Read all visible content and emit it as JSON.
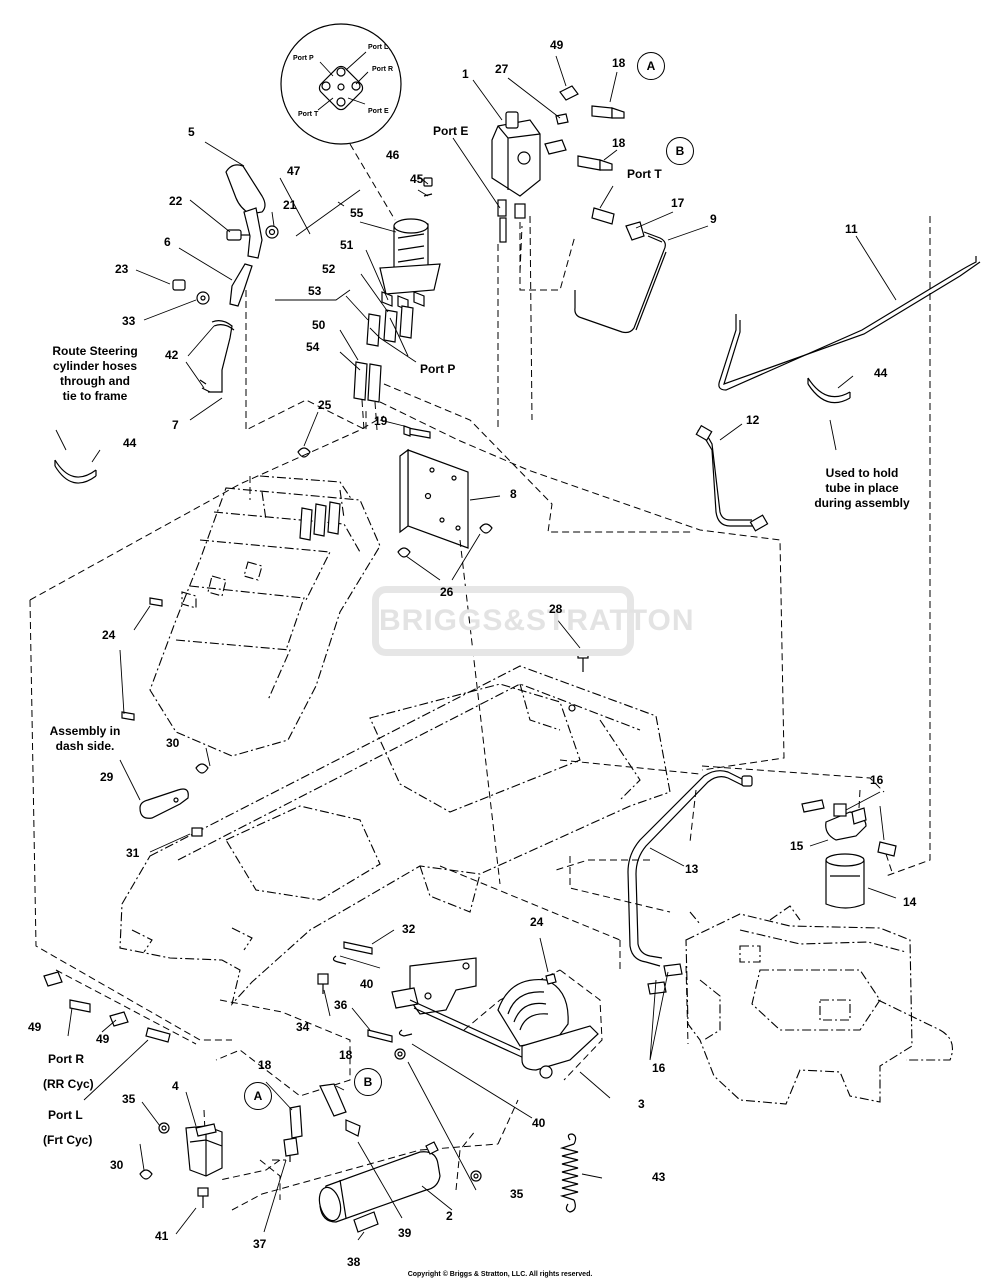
{
  "watermark": "BRIGGS&STRATTON",
  "copyright": "Copyright © Briggs & Stratton, LLC. All rights reserved.",
  "callouts": [
    {
      "id": "c1",
      "text": "1"
    },
    {
      "id": "c2",
      "text": "2"
    },
    {
      "id": "c3",
      "text": "3"
    },
    {
      "id": "c4",
      "text": "4"
    },
    {
      "id": "c5",
      "text": "5"
    },
    {
      "id": "c6",
      "text": "6"
    },
    {
      "id": "c7",
      "text": "7"
    },
    {
      "id": "c8",
      "text": "8"
    },
    {
      "id": "c9",
      "text": "9"
    },
    {
      "id": "c11",
      "text": "11"
    },
    {
      "id": "c12",
      "text": "12"
    },
    {
      "id": "c13",
      "text": "13"
    },
    {
      "id": "c14",
      "text": "14"
    },
    {
      "id": "c15",
      "text": "15"
    },
    {
      "id": "c16a",
      "text": "16"
    },
    {
      "id": "c16b",
      "text": "16"
    },
    {
      "id": "c17",
      "text": "17"
    },
    {
      "id": "c18a",
      "text": "18"
    },
    {
      "id": "c18b",
      "text": "18"
    },
    {
      "id": "c18c",
      "text": "18"
    },
    {
      "id": "c18d",
      "text": "18"
    },
    {
      "id": "c19",
      "text": "19"
    },
    {
      "id": "c21",
      "text": "21"
    },
    {
      "id": "c22",
      "text": "22"
    },
    {
      "id": "c23",
      "text": "23"
    },
    {
      "id": "c24a",
      "text": "24"
    },
    {
      "id": "c24b",
      "text": "24"
    },
    {
      "id": "c25",
      "text": "25"
    },
    {
      "id": "c26",
      "text": "26"
    },
    {
      "id": "c27",
      "text": "27"
    },
    {
      "id": "c28",
      "text": "28"
    },
    {
      "id": "c29",
      "text": "29"
    },
    {
      "id": "c30a",
      "text": "30"
    },
    {
      "id": "c30b",
      "text": "30"
    },
    {
      "id": "c31",
      "text": "31"
    },
    {
      "id": "c32",
      "text": "32"
    },
    {
      "id": "c33",
      "text": "33"
    },
    {
      "id": "c34",
      "text": "34"
    },
    {
      "id": "c35a",
      "text": "35"
    },
    {
      "id": "c35b",
      "text": "35"
    },
    {
      "id": "c36",
      "text": "36"
    },
    {
      "id": "c37",
      "text": "37"
    },
    {
      "id": "c38",
      "text": "38"
    },
    {
      "id": "c39",
      "text": "39"
    },
    {
      "id": "c40a",
      "text": "40"
    },
    {
      "id": "c40b",
      "text": "40"
    },
    {
      "id": "c41",
      "text": "41"
    },
    {
      "id": "c42",
      "text": "42"
    },
    {
      "id": "c43",
      "text": "43"
    },
    {
      "id": "c44a",
      "text": "44"
    },
    {
      "id": "c44b",
      "text": "44"
    },
    {
      "id": "c45",
      "text": "45"
    },
    {
      "id": "c46",
      "text": "46"
    },
    {
      "id": "c47",
      "text": "47"
    },
    {
      "id": "c49a",
      "text": "49"
    },
    {
      "id": "c49b",
      "text": "49"
    },
    {
      "id": "c49c",
      "text": "49"
    },
    {
      "id": "c50",
      "text": "50"
    },
    {
      "id": "c51",
      "text": "51"
    },
    {
      "id": "c52",
      "text": "52"
    },
    {
      "id": "c53",
      "text": "53"
    },
    {
      "id": "c54",
      "text": "54"
    },
    {
      "id": "c55",
      "text": "55"
    }
  ],
  "circled_refs": [
    {
      "id": "ra1",
      "text": "A"
    },
    {
      "id": "rb1",
      "text": "B"
    },
    {
      "id": "ra2",
      "text": "A"
    },
    {
      "id": "rb2",
      "text": "B"
    }
  ],
  "port_labels": {
    "port_e": "Port E",
    "port_t": "Port T",
    "port_p": "Port P",
    "port_r": "Port R",
    "port_r_sub": "(RR Cyc)",
    "port_l": "Port L",
    "port_l_sub": "(Frt Cyc)"
  },
  "inset_ports": {
    "p": "Port P",
    "l": "Port L",
    "r": "Port R",
    "t": "Port T",
    "e": "Port E"
  },
  "notes": {
    "route_steering": "Route Steering\ncylinder hoses\nthrough and\ntie to frame",
    "used_to_hold": "Used to hold\ntube in place\nduring assembly",
    "assembly_dash": "Assembly in\ndash side."
  }
}
